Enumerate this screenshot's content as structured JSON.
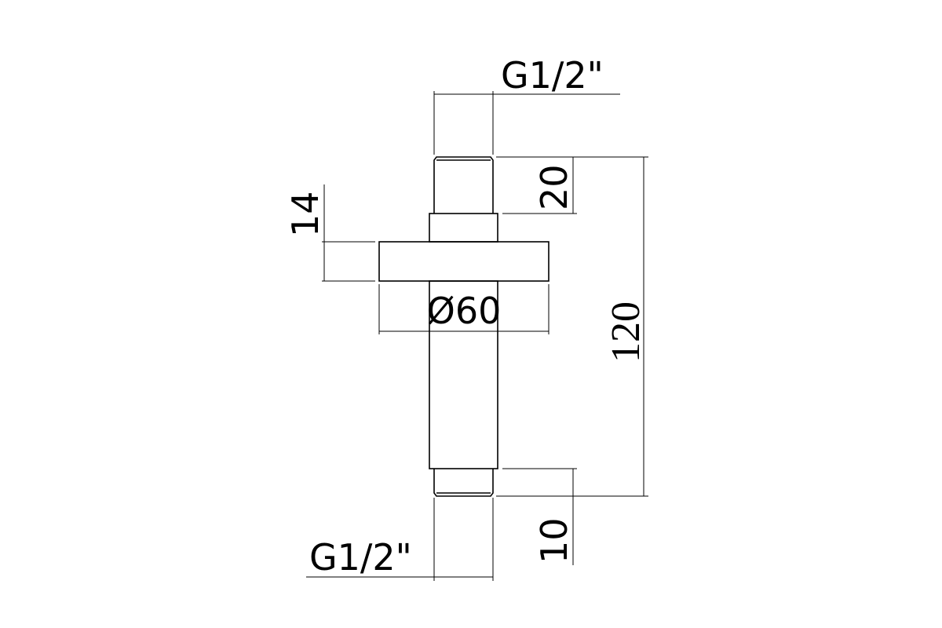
{
  "drawing": {
    "labels": {
      "thread_top": "G1/2\"",
      "thread_bottom": "G1/2\"",
      "top_thread_length": "20",
      "bottom_thread_length": "10",
      "flange_thickness": "14",
      "flange_diameter": "Ø60",
      "total_length": "120"
    },
    "colors": {
      "line": "#000000",
      "background": "#ffffff"
    }
  }
}
